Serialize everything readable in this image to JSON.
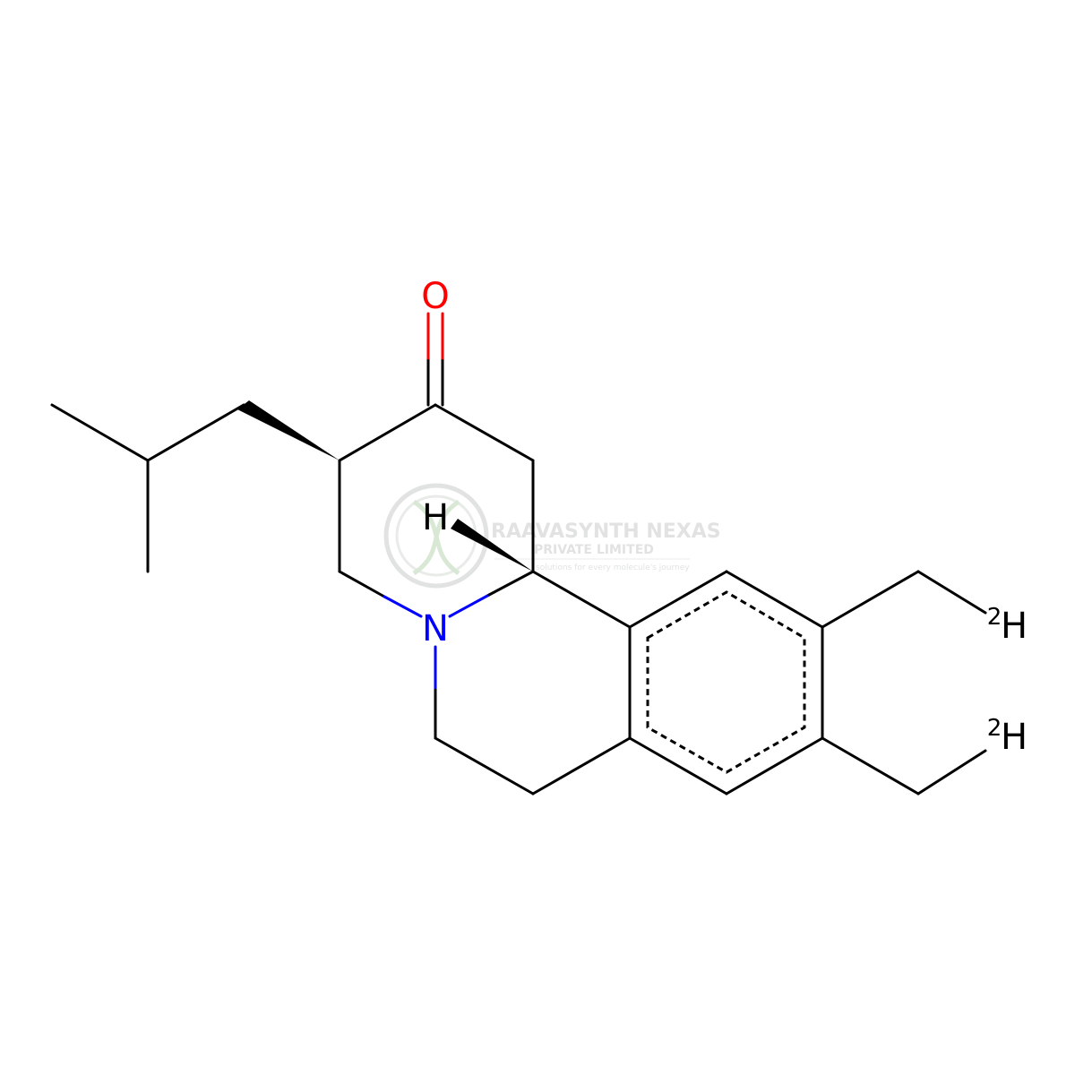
{
  "molecule": {
    "atom_labels": {
      "oxygen": "O",
      "nitrogen": "N",
      "stereo_hydrogen": "H",
      "deuterium_top": "H",
      "deuterium_top_isotope": "2",
      "deuterium_bottom": "H",
      "deuterium_bottom_isotope": "2"
    },
    "colors": {
      "bond": "#000000",
      "oxygen": "#FF0000",
      "nitrogen": "#0000FF"
    }
  },
  "watermark": {
    "company_line1": "RAAVASYNTH NEXAS",
    "company_line2": "PRIVATE LIMITED",
    "tagline": "solutions for every molecule's journey",
    "color": "#c8cdc9"
  }
}
